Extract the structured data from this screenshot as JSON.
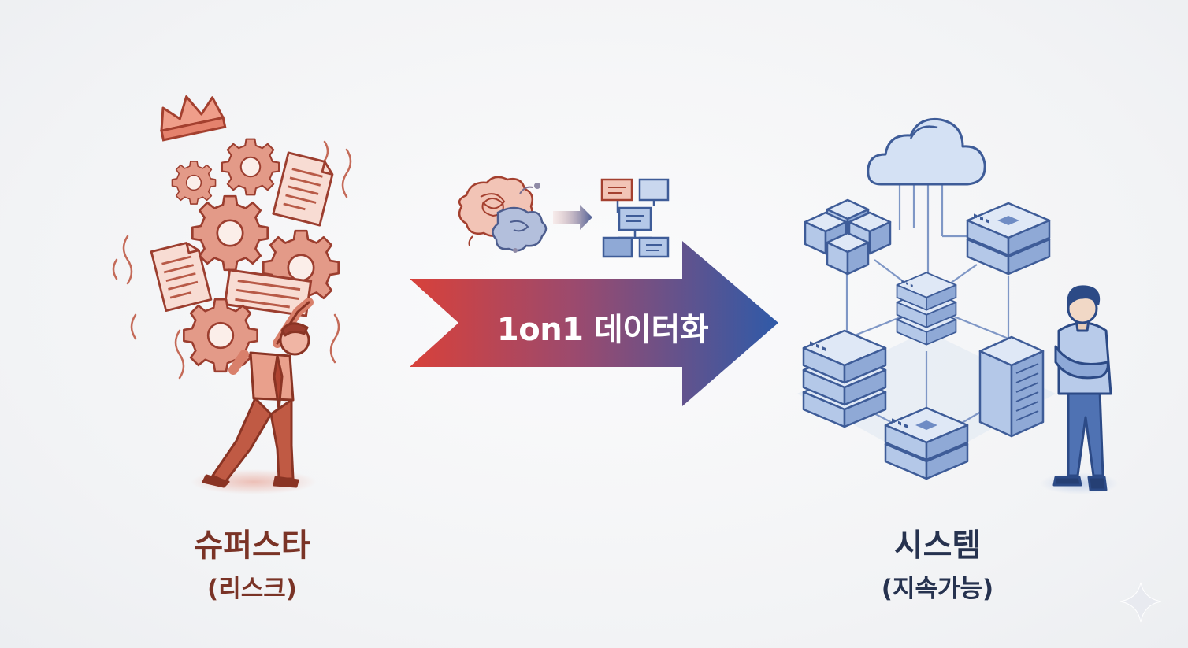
{
  "left": {
    "title": "슈퍼스타",
    "subtitle": "(리스크)"
  },
  "right": {
    "title": "시스템",
    "subtitle": "(지속가능)"
  },
  "arrow": {
    "label": "1on1 데이터화"
  },
  "icons": {
    "left": [
      "crown-icon",
      "gear-icon",
      "document-icon",
      "stressed-person-icon"
    ],
    "middle": [
      "tangled-brain-icon",
      "flowchart-icon"
    ],
    "right": [
      "cloud-icon",
      "server-icon",
      "confident-person-icon",
      "sparkle-icon"
    ]
  },
  "colors": {
    "risk": "#c9553f",
    "system": "#3d5f9e",
    "risk_fill": "#f2c4b6",
    "system_fill": "#b9cbe8"
  }
}
